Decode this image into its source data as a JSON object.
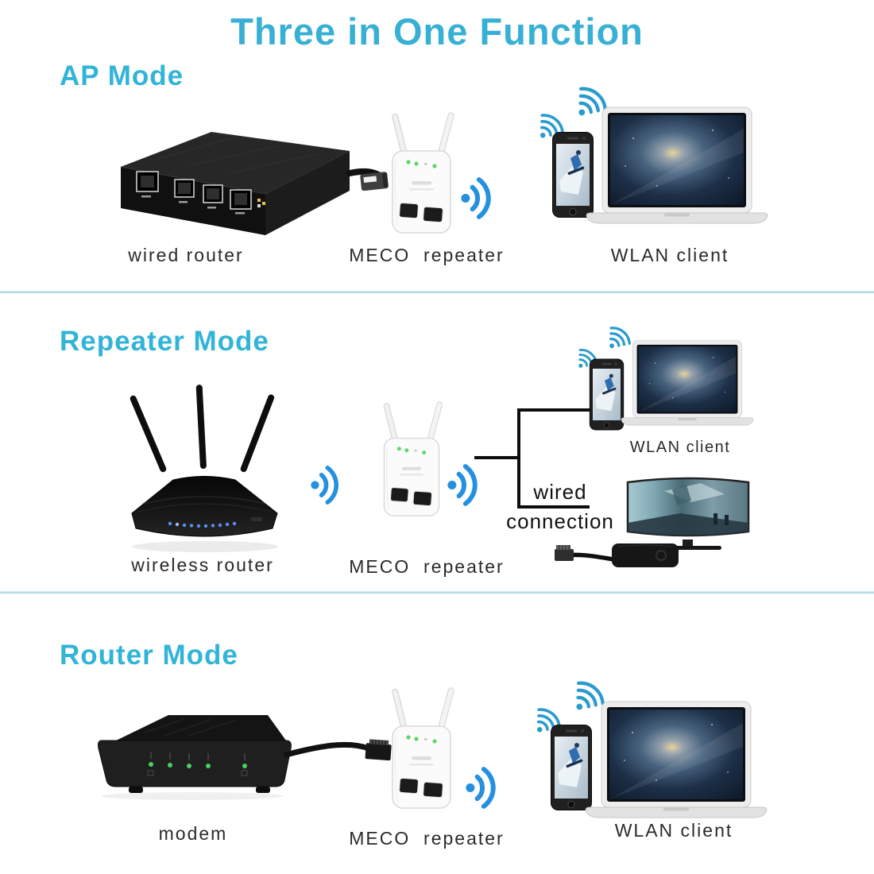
{
  "title": "Three in One Function",
  "colors": {
    "accent_teal": "#31b4d8",
    "wifi_signal_blue": "#2490e0",
    "wifi_fan_teal": "#2a9bcd",
    "divider_teal": "#9fd2dd",
    "label_dark": "#2a2a2a",
    "connection_line_black": "#0d0d0d",
    "repeater_led_green": "#5fd768",
    "router_led_blue": "#5b8df0"
  },
  "icons": {
    "wifi_signal": "wifi-signal-icon",
    "wifi_fan": "wifi-fan-icon"
  },
  "sections": {
    "ap": {
      "heading": "AP Mode",
      "left_label": "wired router",
      "middle_label": "MECO  repeater",
      "right_label": "WLAN client"
    },
    "repeater": {
      "heading": "Repeater Mode",
      "left_label": "wireless router",
      "middle_label": "MECO  repeater",
      "wlan_label": "WLAN client",
      "wired_word": "wired",
      "connection_word": "connection"
    },
    "router": {
      "heading": "Router Mode",
      "left_label": "modem",
      "middle_label": "MECO  repeater",
      "right_label": "WLAN client"
    }
  }
}
